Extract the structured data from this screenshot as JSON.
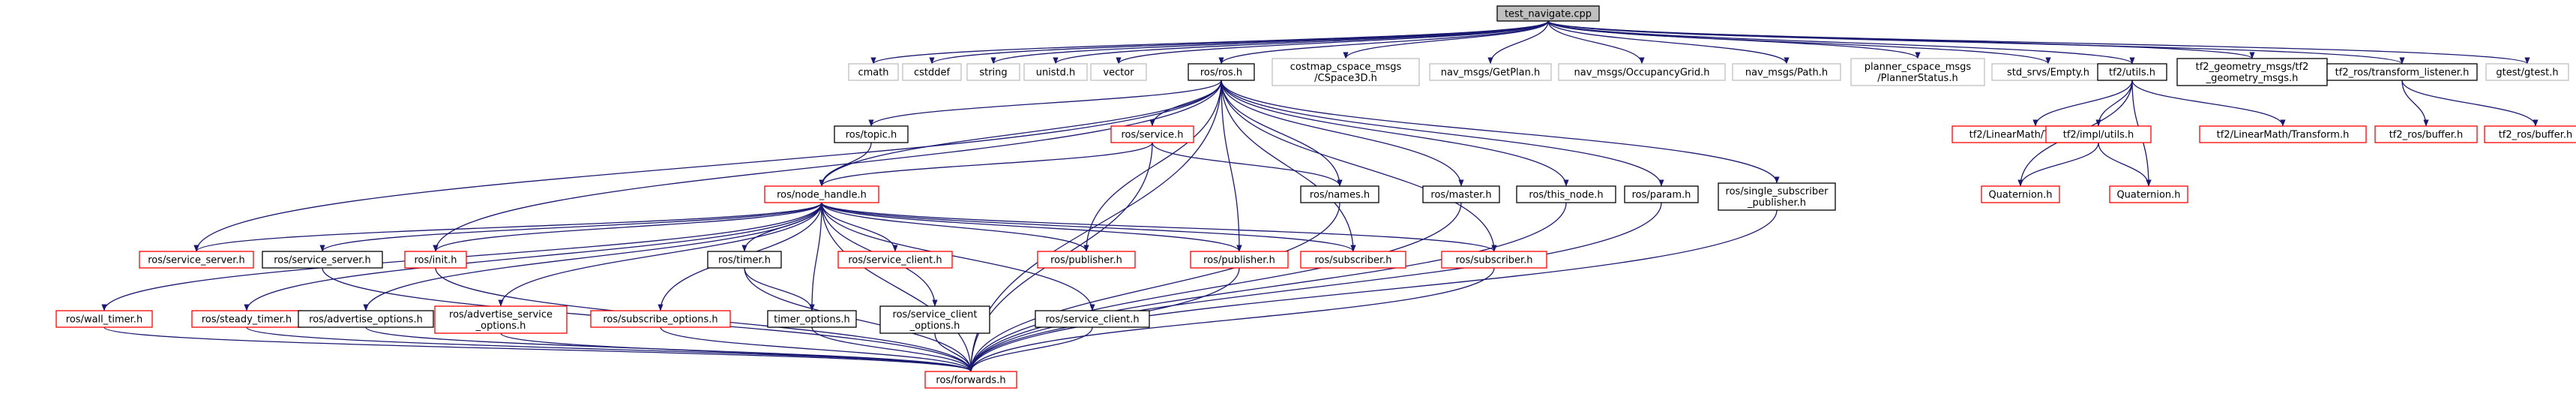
{
  "diagram": {
    "colors": {
      "edge": "#191970",
      "border_default": "#000000",
      "border_missing": "#ff0000",
      "border_system": "#bfbfbf",
      "fill_root": "#bfbfbf",
      "fill_default": "#ffffff"
    },
    "nodes": [
      {
        "id": "root",
        "lines": [
          "test_navigate.cpp"
        ],
        "style": "root"
      },
      {
        "id": "cmath",
        "lines": [
          "cmath"
        ],
        "style": "system"
      },
      {
        "id": "cstddef",
        "lines": [
          "cstddef"
        ],
        "style": "system"
      },
      {
        "id": "string",
        "lines": [
          "string"
        ],
        "style": "system"
      },
      {
        "id": "unistd",
        "lines": [
          "unistd.h"
        ],
        "style": "system"
      },
      {
        "id": "vector",
        "lines": [
          "vector"
        ],
        "style": "system"
      },
      {
        "id": "rosros",
        "lines": [
          "ros/ros.h"
        ],
        "style": "default"
      },
      {
        "id": "costmap",
        "lines": [
          "costmap_cspace_msgs",
          "/CSpace3D.h"
        ],
        "style": "system"
      },
      {
        "id": "getplan",
        "lines": [
          "nav_msgs/GetPlan.h"
        ],
        "style": "system"
      },
      {
        "id": "occgrid",
        "lines": [
          "nav_msgs/OccupancyGrid.h"
        ],
        "style": "system"
      },
      {
        "id": "path",
        "lines": [
          "nav_msgs/Path.h"
        ],
        "style": "system"
      },
      {
        "id": "plannerstatus",
        "lines": [
          "planner_cspace_msgs",
          "/PlannerStatus.h"
        ],
        "style": "system"
      },
      {
        "id": "empty",
        "lines": [
          "std_srvs/Empty.h"
        ],
        "style": "system"
      },
      {
        "id": "tf2utils",
        "lines": [
          "tf2/utils.h"
        ],
        "style": "default"
      },
      {
        "id": "tf2geom",
        "lines": [
          "tf2_geometry_msgs/tf2",
          "_geometry_msgs.h"
        ],
        "style": "default"
      },
      {
        "id": "tflistener",
        "lines": [
          "tf2_ros/transform_listener.h"
        ],
        "style": "default"
      },
      {
        "id": "gtest",
        "lines": [
          "gtest/gtest.h"
        ],
        "style": "system"
      },
      {
        "id": "topic",
        "lines": [
          "ros/topic.h"
        ],
        "style": "default"
      },
      {
        "id": "service",
        "lines": [
          "ros/service.h"
        ],
        "style": "missing"
      },
      {
        "id": "names",
        "lines": [
          "ros/names.h"
        ],
        "style": "default"
      },
      {
        "id": "master",
        "lines": [
          "ros/master.h"
        ],
        "style": "default"
      },
      {
        "id": "thisnode",
        "lines": [
          "ros/this_node.h"
        ],
        "style": "default"
      },
      {
        "id": "param",
        "lines": [
          "ros/param.h"
        ],
        "style": "default"
      },
      {
        "id": "singlesub",
        "lines": [
          "ros/single_subscriber",
          "_publisher.h"
        ],
        "style": "default"
      },
      {
        "id": "lmtransform1",
        "lines": [
          "tf2/LinearMath/Transform.h"
        ],
        "style": "missing"
      },
      {
        "id": "implutils",
        "lines": [
          "tf2/impl/utils.h"
        ],
        "style": "missing"
      },
      {
        "id": "lmtransform2",
        "lines": [
          "tf2/LinearMath/Transform.h"
        ],
        "style": "missing"
      },
      {
        "id": "buffer1",
        "lines": [
          "tf2_ros/buffer.h"
        ],
        "style": "missing"
      },
      {
        "id": "buffer2",
        "lines": [
          "tf2_ros/buffer.h"
        ],
        "style": "missing"
      },
      {
        "id": "quat1",
        "lines": [
          "Quaternion.h"
        ],
        "style": "missing"
      },
      {
        "id": "quat2",
        "lines": [
          "Quaternion.h"
        ],
        "style": "missing"
      },
      {
        "id": "nodehandle",
        "lines": [
          "ros/node_handle.h"
        ],
        "style": "missing"
      },
      {
        "id": "srvserver1",
        "lines": [
          "ros/service_server.h"
        ],
        "style": "missing"
      },
      {
        "id": "srvserver2",
        "lines": [
          "ros/service_server.h"
        ],
        "style": "default"
      },
      {
        "id": "init",
        "lines": [
          "ros/init.h"
        ],
        "style": "missing"
      },
      {
        "id": "timer",
        "lines": [
          "ros/timer.h"
        ],
        "style": "default"
      },
      {
        "id": "srvclient1",
        "lines": [
          "ros/service_client.h"
        ],
        "style": "missing"
      },
      {
        "id": "publisher1",
        "lines": [
          "ros/publisher.h"
        ],
        "style": "missing"
      },
      {
        "id": "publisher2",
        "lines": [
          "ros/publisher.h"
        ],
        "style": "missing"
      },
      {
        "id": "subscriber1",
        "lines": [
          "ros/subscriber.h"
        ],
        "style": "missing"
      },
      {
        "id": "subscriber2",
        "lines": [
          "ros/subscriber.h"
        ],
        "style": "missing"
      },
      {
        "id": "walltimer",
        "lines": [
          "ros/wall_timer.h"
        ],
        "style": "missing"
      },
      {
        "id": "steadytimer",
        "lines": [
          "ros/steady_timer.h"
        ],
        "style": "missing"
      },
      {
        "id": "advopts",
        "lines": [
          "ros/advertise_options.h"
        ],
        "style": "default"
      },
      {
        "id": "advsrvopts",
        "lines": [
          "ros/advertise_service",
          "_options.h"
        ],
        "style": "missing"
      },
      {
        "id": "subopts",
        "lines": [
          "ros/subscribe_options.h"
        ],
        "style": "missing"
      },
      {
        "id": "timeropts",
        "lines": [
          "timer_options.h"
        ],
        "style": "default"
      },
      {
        "id": "srvclientopts",
        "lines": [
          "ros/service_client",
          "_options.h"
        ],
        "style": "default"
      },
      {
        "id": "srvclient2",
        "lines": [
          "ros/service_client.h"
        ],
        "style": "default"
      },
      {
        "id": "forwards",
        "lines": [
          "ros/forwards.h"
        ],
        "style": "missing"
      }
    ],
    "edges": [
      [
        "root",
        "cmath"
      ],
      [
        "root",
        "cstddef"
      ],
      [
        "root",
        "string"
      ],
      [
        "root",
        "unistd"
      ],
      [
        "root",
        "vector"
      ],
      [
        "root",
        "rosros"
      ],
      [
        "root",
        "costmap"
      ],
      [
        "root",
        "getplan"
      ],
      [
        "root",
        "occgrid"
      ],
      [
        "root",
        "path"
      ],
      [
        "root",
        "plannerstatus"
      ],
      [
        "root",
        "empty"
      ],
      [
        "root",
        "tf2utils"
      ],
      [
        "root",
        "tf2geom"
      ],
      [
        "root",
        "tflistener"
      ],
      [
        "root",
        "gtest"
      ],
      [
        "rosros",
        "topic"
      ],
      [
        "rosros",
        "service"
      ],
      [
        "rosros",
        "names"
      ],
      [
        "rosros",
        "master"
      ],
      [
        "rosros",
        "thisnode"
      ],
      [
        "rosros",
        "param"
      ],
      [
        "rosros",
        "singlesub"
      ],
      [
        "rosros",
        "nodehandle"
      ],
      [
        "rosros",
        "srvserver1"
      ],
      [
        "rosros",
        "init"
      ],
      [
        "rosros",
        "publisher1"
      ],
      [
        "rosros",
        "publisher2"
      ],
      [
        "rosros",
        "subscriber1"
      ],
      [
        "rosros",
        "subscriber2"
      ],
      [
        "rosros",
        "forwards"
      ],
      [
        "topic",
        "nodehandle"
      ],
      [
        "service",
        "nodehandle"
      ],
      [
        "service",
        "names"
      ],
      [
        "service",
        "forwards"
      ],
      [
        "names",
        "forwards"
      ],
      [
        "master",
        "forwards"
      ],
      [
        "thisnode",
        "forwards"
      ],
      [
        "param",
        "forwards"
      ],
      [
        "singlesub",
        "forwards"
      ],
      [
        "tf2utils",
        "lmtransform1"
      ],
      [
        "tf2utils",
        "implutils"
      ],
      [
        "tf2utils",
        "lmtransform2"
      ],
      [
        "tf2utils",
        "quat1"
      ],
      [
        "tf2utils",
        "quat2"
      ],
      [
        "implutils",
        "quat1"
      ],
      [
        "implutils",
        "quat2"
      ],
      [
        "tflistener",
        "buffer1"
      ],
      [
        "tflistener",
        "buffer2"
      ],
      [
        "nodehandle",
        "srvserver1"
      ],
      [
        "nodehandle",
        "srvserver2"
      ],
      [
        "nodehandle",
        "init"
      ],
      [
        "nodehandle",
        "timer"
      ],
      [
        "nodehandle",
        "srvclient1"
      ],
      [
        "nodehandle",
        "publisher1"
      ],
      [
        "nodehandle",
        "publisher2"
      ],
      [
        "nodehandle",
        "subscriber1"
      ],
      [
        "nodehandle",
        "subscriber2"
      ],
      [
        "nodehandle",
        "walltimer"
      ],
      [
        "nodehandle",
        "steadytimer"
      ],
      [
        "nodehandle",
        "advopts"
      ],
      [
        "nodehandle",
        "advsrvopts"
      ],
      [
        "nodehandle",
        "subopts"
      ],
      [
        "nodehandle",
        "timeropts"
      ],
      [
        "nodehandle",
        "srvclientopts"
      ],
      [
        "nodehandle",
        "srvclient2"
      ],
      [
        "nodehandle",
        "forwards"
      ],
      [
        "timer",
        "timeropts"
      ],
      [
        "timer",
        "forwards"
      ],
      [
        "publisher2",
        "forwards"
      ],
      [
        "subscriber2",
        "forwards"
      ],
      [
        "srvserver2",
        "forwards"
      ],
      [
        "init",
        "forwards"
      ],
      [
        "walltimer",
        "forwards"
      ],
      [
        "steadytimer",
        "forwards"
      ],
      [
        "advopts",
        "forwards"
      ],
      [
        "advsrvopts",
        "forwards"
      ],
      [
        "subopts",
        "forwards"
      ],
      [
        "timeropts",
        "forwards"
      ],
      [
        "srvclientopts",
        "forwards"
      ],
      [
        "srvclient2",
        "forwards"
      ]
    ]
  }
}
